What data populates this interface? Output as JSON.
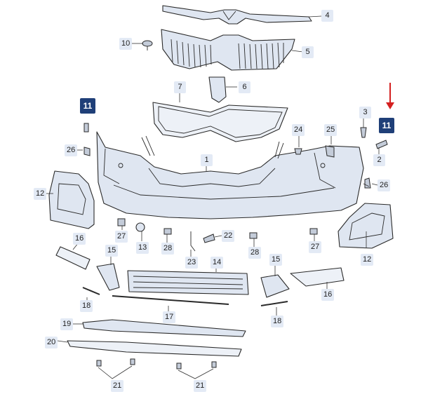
{
  "callouts": {
    "c1": "1",
    "c2": "2",
    "c3": "3",
    "c4": "4",
    "c5": "5",
    "c6": "6",
    "c7": "7",
    "c10": "10",
    "c11a": "11",
    "c11b": "11",
    "c12a": "12",
    "c12b": "12",
    "c13": "13",
    "c14": "14",
    "c15a": "15",
    "c15b": "15",
    "c16a": "16",
    "c16b": "16",
    "c17": "17",
    "c18a": "18",
    "c18b": "18",
    "c19": "19",
    "c20": "20",
    "c21a": "21",
    "c21b": "21",
    "c22": "22",
    "c23": "23",
    "c24": "24",
    "c25": "25",
    "c26a": "26",
    "c26b": "26",
    "c27a": "27",
    "c27b": "27",
    "c28a": "28",
    "c28b": "28"
  },
  "colors": {
    "part_fill": "#dfe6f1",
    "callout_bg": "#e3eaf5",
    "highlight_callout_bg": "#1f3f78",
    "arrow": "#d42020"
  }
}
